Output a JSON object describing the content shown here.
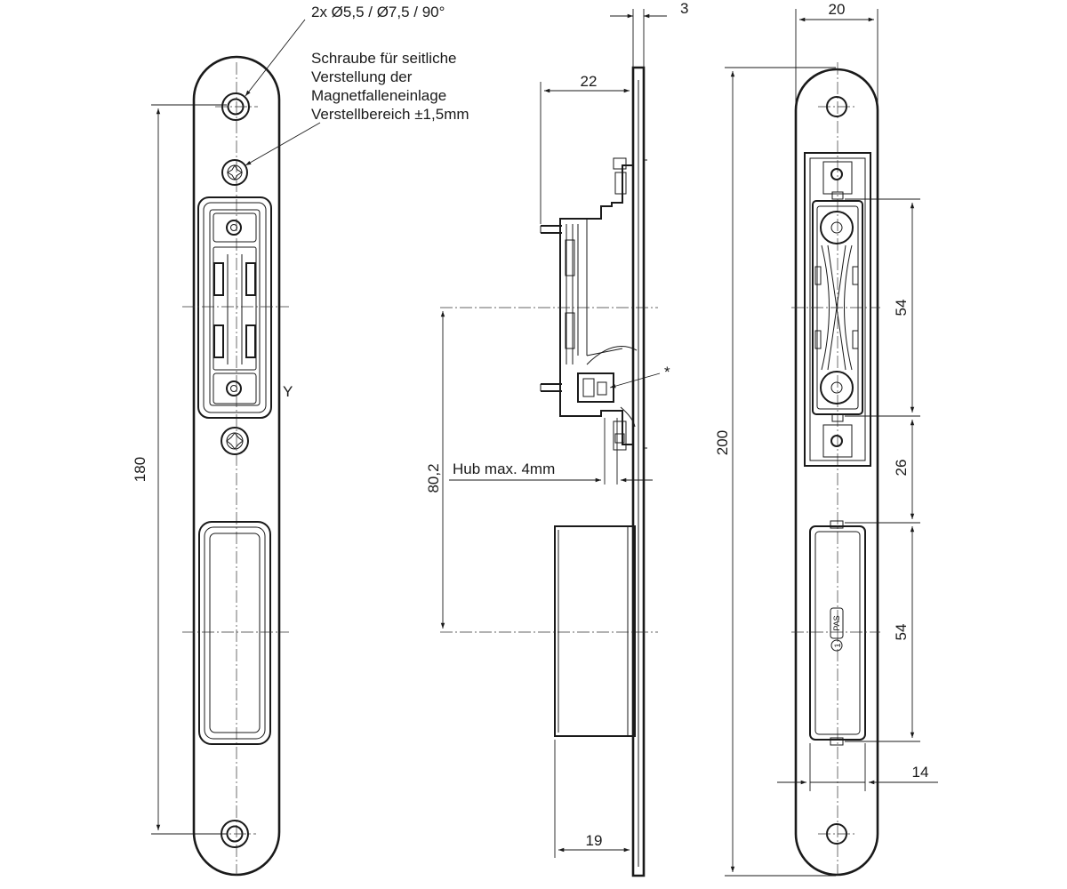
{
  "annotations": {
    "holes_spec": "2x Ø5,5 / Ø7,5 / 90°",
    "screw_note_line1": "Schraube für seitliche",
    "screw_note_line2": "Verstellung der",
    "screw_note_line3": "Magnetfalleneinlage",
    "screw_note_line4": "Verstellbereich ±1,5mm",
    "y_marker": "Y",
    "stroke_note": "Hub max. 4mm",
    "asterisk": "*",
    "brand_mark": "PAS"
  },
  "dimensions": {
    "front_height": "180",
    "side_depth_top": "22",
    "side_plate_thickness": "3",
    "side_offset": "80,2",
    "side_depth_bottom": "19",
    "back_width": "20",
    "back_total_height": "200",
    "back_latch_spacing": "54",
    "back_gap": "26",
    "back_bolt_height": "54",
    "back_bottom_width": "14"
  },
  "colors": {
    "line": "#1a1a1a",
    "background": "#ffffff"
  }
}
